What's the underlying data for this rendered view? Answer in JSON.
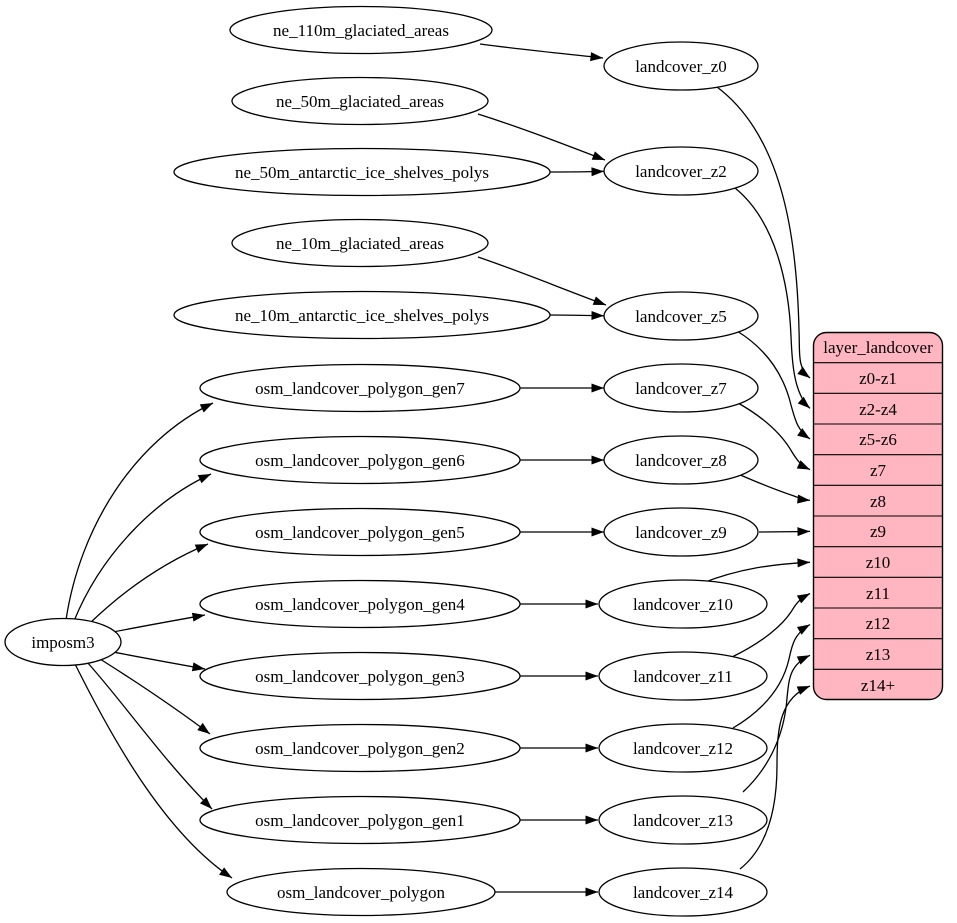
{
  "diagram": {
    "type": "dependency-graph",
    "description": "ETL/source graph for landcover layer zoom levels"
  },
  "colors": {
    "background": "#ffffff",
    "node_fill": "#ffffff",
    "stroke": "#000000",
    "table_fill": "#ffb6c1"
  },
  "nodes": {
    "imposm3": "imposm3",
    "ne_110m_glaciated_areas": "ne_110m_glaciated_areas",
    "ne_50m_glaciated_areas": "ne_50m_glaciated_areas",
    "ne_50m_antarctic_ice_shelves_polys": "ne_50m_antarctic_ice_shelves_polys",
    "ne_10m_glaciated_areas": "ne_10m_glaciated_areas",
    "ne_10m_antarctic_ice_shelves_polys": "ne_10m_antarctic_ice_shelves_polys",
    "osm_landcover_polygon_gen7": "osm_landcover_polygon_gen7",
    "osm_landcover_polygon_gen6": "osm_landcover_polygon_gen6",
    "osm_landcover_polygon_gen5": "osm_landcover_polygon_gen5",
    "osm_landcover_polygon_gen4": "osm_landcover_polygon_gen4",
    "osm_landcover_polygon_gen3": "osm_landcover_polygon_gen3",
    "osm_landcover_polygon_gen2": "osm_landcover_polygon_gen2",
    "osm_landcover_polygon_gen1": "osm_landcover_polygon_gen1",
    "osm_landcover_polygon": "osm_landcover_polygon",
    "landcover_z0": "landcover_z0",
    "landcover_z2": "landcover_z2",
    "landcover_z5": "landcover_z5",
    "landcover_z7": "landcover_z7",
    "landcover_z8": "landcover_z8",
    "landcover_z9": "landcover_z9",
    "landcover_z10": "landcover_z10",
    "landcover_z11": "landcover_z11",
    "landcover_z12": "landcover_z12",
    "landcover_z13": "landcover_z13",
    "landcover_z14": "landcover_z14"
  },
  "table": {
    "title": "layer_landcover",
    "rows": [
      "z0-z1",
      "z2-z4",
      "z5-z6",
      "z7",
      "z8",
      "z9",
      "z10",
      "z11",
      "z12",
      "z13",
      "z14+"
    ]
  },
  "edges": [
    "ne_110m_glaciated_areas->landcover_z0",
    "ne_50m_glaciated_areas->landcover_z2",
    "ne_50m_antarctic_ice_shelves_polys->landcover_z2",
    "ne_10m_glaciated_areas->landcover_z5",
    "ne_10m_antarctic_ice_shelves_polys->landcover_z5",
    "imposm3->osm_landcover_polygon_gen7",
    "imposm3->osm_landcover_polygon_gen6",
    "imposm3->osm_landcover_polygon_gen5",
    "imposm3->osm_landcover_polygon_gen4",
    "imposm3->osm_landcover_polygon_gen3",
    "imposm3->osm_landcover_polygon_gen2",
    "imposm3->osm_landcover_polygon_gen1",
    "imposm3->osm_landcover_polygon",
    "osm_landcover_polygon_gen7->landcover_z7",
    "osm_landcover_polygon_gen6->landcover_z8",
    "osm_landcover_polygon_gen5->landcover_z9",
    "osm_landcover_polygon_gen4->landcover_z10",
    "osm_landcover_polygon_gen3->landcover_z11",
    "osm_landcover_polygon_gen2->landcover_z12",
    "osm_landcover_polygon_gen1->landcover_z13",
    "osm_landcover_polygon->landcover_z14",
    "landcover_z0->layer_landcover:z0-z1",
    "landcover_z2->layer_landcover:z2-z4",
    "landcover_z5->layer_landcover:z5-z6",
    "landcover_z7->layer_landcover:z7",
    "landcover_z8->layer_landcover:z8",
    "landcover_z9->layer_landcover:z9",
    "landcover_z10->layer_landcover:z10",
    "landcover_z11->layer_landcover:z11",
    "landcover_z12->layer_landcover:z12",
    "landcover_z13->layer_landcover:z13",
    "landcover_z14->layer_landcover:z14+"
  ]
}
